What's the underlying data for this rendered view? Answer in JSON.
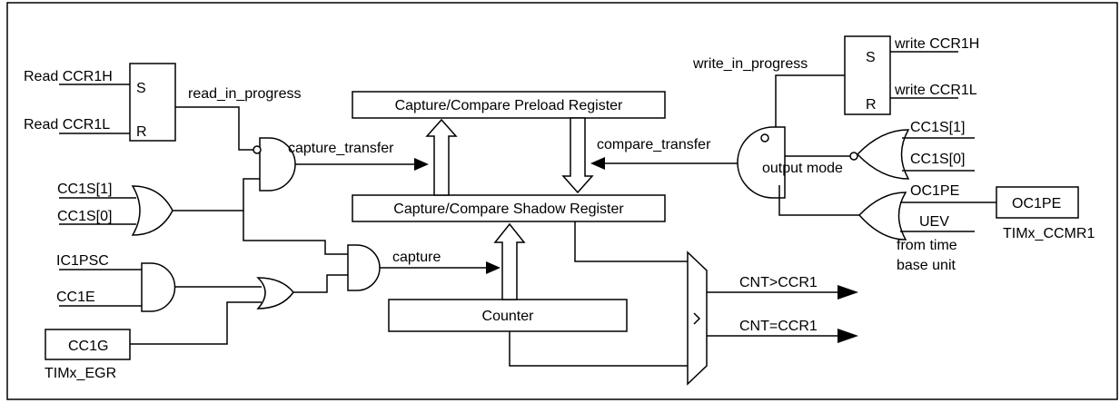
{
  "blocks": {
    "preload": "Capture/Compare Preload Register",
    "shadow": "Capture/Compare Shadow Register",
    "counter": "Counter",
    "cc1g": "CC1G",
    "oc1pe": "OC1PE"
  },
  "inputs": {
    "read_ccr1h": "Read CCR1H",
    "read_ccr1l": "Read CCR1L",
    "cc1s1_left": "CC1S[1]",
    "cc1s0_left": "CC1S[0]",
    "ic1psc": "IC1PSC",
    "cc1e": "CC1E",
    "write_ccr1h": "write CCR1H",
    "write_ccr1l": "write CCR1L",
    "cc1s1_right": "CC1S[1]",
    "cc1s0_right": "CC1S[0]",
    "oc1pe_in": "OC1PE",
    "uev": "UEV"
  },
  "signals": {
    "read_in_progress": "read_in_progress",
    "capture_transfer": "capture_transfer",
    "capture": "capture",
    "write_in_progress": "write_in_progress",
    "compare_transfer": "compare_transfer",
    "output_mode": "output mode",
    "from_time_line1": "from time",
    "from_time_line2": "base unit"
  },
  "flipflop": {
    "set": "S",
    "reset": "R"
  },
  "outputs": {
    "cnt_gt": "CNT>CCR1",
    "cnt_eq": "CNT=CCR1"
  },
  "register_labels": {
    "egr": "TIMx_EGR",
    "ccmr1": "TIMx_CCMR1"
  }
}
